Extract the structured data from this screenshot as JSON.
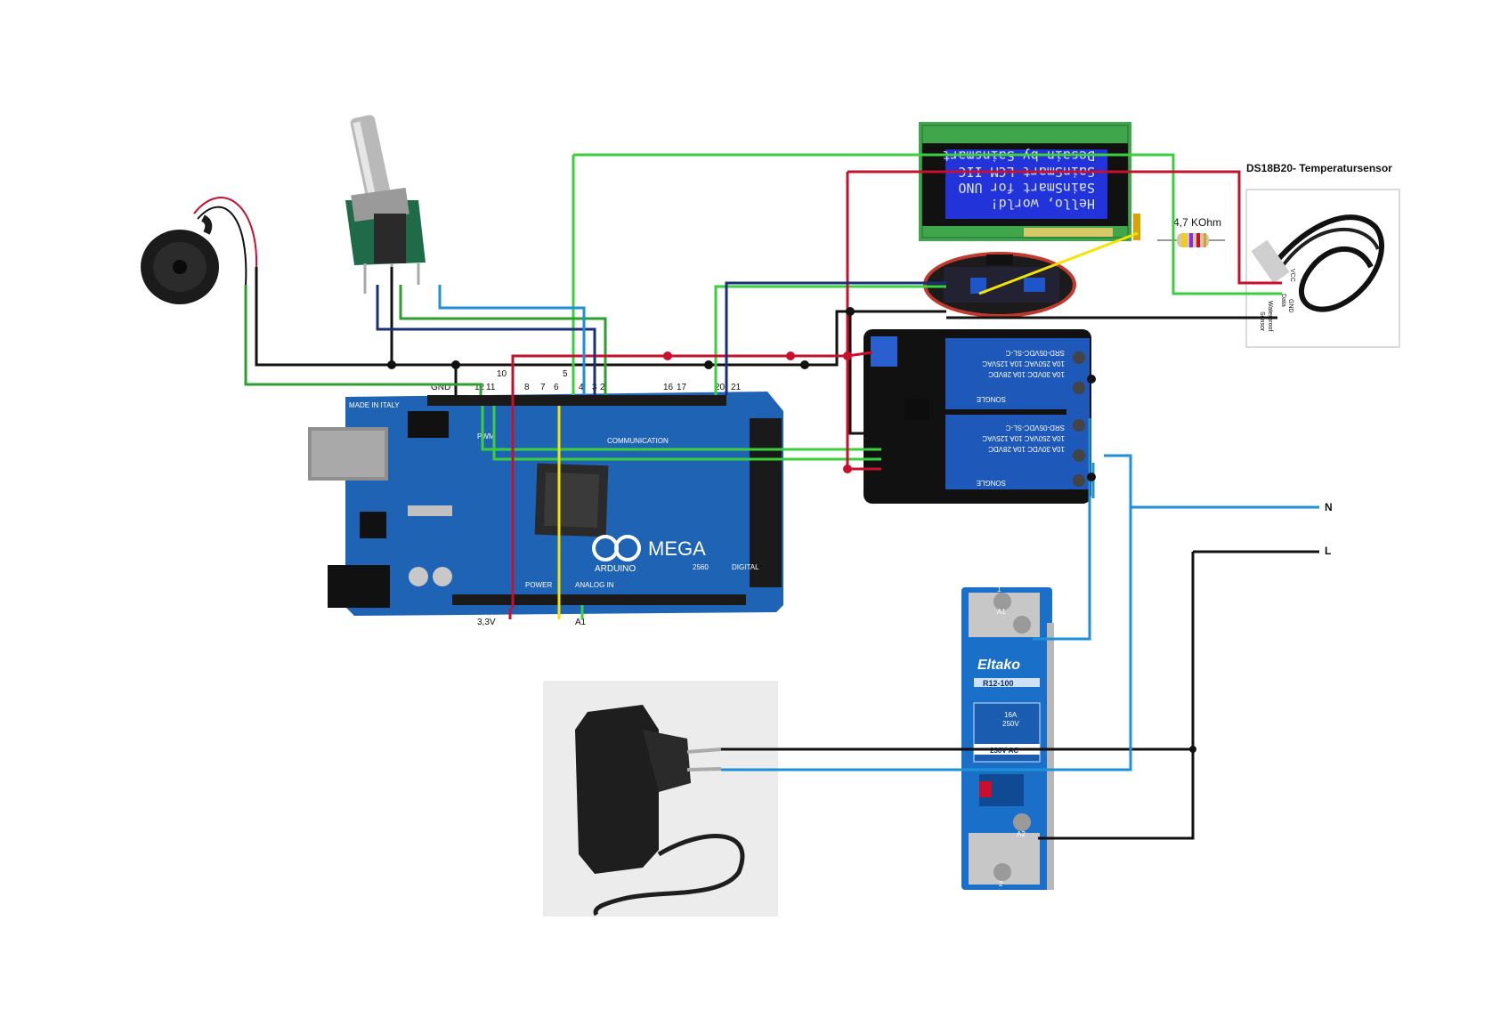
{
  "labels": {
    "sensor_title": "DS18B20- Temperatursensor",
    "resistor": "4,7 KOhm",
    "neutral": "N",
    "live": "L",
    "sensor_pin_vcc": "VCC",
    "sensor_pin_data": "Data",
    "sensor_pin_gnd": "GND",
    "sensor_waterproof": "Waterproof",
    "sensor_word": "Sensor"
  },
  "arduino": {
    "brand": "ARDUINO",
    "model": "MEGA",
    "model_num": "2560",
    "made_in": "MADE IN ITALY",
    "header_pin_labels": [
      "GND",
      "12",
      "11",
      "10",
      "8",
      "7",
      "6",
      "5",
      "4",
      "3",
      "2",
      "16",
      "17",
      "20",
      "21"
    ],
    "bottom_pin_labels": [
      "3,3V",
      "A1"
    ],
    "section_analog": "ANALOG IN",
    "section_power": "POWER",
    "section_comm": "COMMUNICATION",
    "section_pwm": "PWM",
    "section_digital": "DIGITAL"
  },
  "lcd": {
    "lines": [
      "Hello, world!",
      "SainSmart for UNO",
      "SainSmart LCM IIC",
      "Desain by Sainsmart"
    ]
  },
  "relay_module": {
    "relay_brand": "SONGLE",
    "relay_model": "SRD-05VDC-SL-C",
    "relay_rating_1": "10A 250VAC 10A 125VAC",
    "relay_rating_2": "10A 30VDC 10A 28VDC"
  },
  "eltako": {
    "brand": "Eltako",
    "model": "R12-100",
    "rating_a": "16A",
    "rating_v": "250V",
    "coil": "230V AC",
    "term_top": "1",
    "term_a1": "A1",
    "term_a2": "A2",
    "term_bottom": "2"
  },
  "colors": {
    "wire_black": "#111111",
    "wire_red": "#c8102e",
    "wire_green": "#3ccf3c",
    "wire_dark_green": "#2e9e2e",
    "wire_blue": "#1e90d8",
    "wire_navy": "#1a2f7a",
    "wire_yellow": "#f5e400",
    "board_blue": "#1f63b5",
    "lcd_green": "#3fa64b",
    "lcd_screen": "#2233d9"
  }
}
